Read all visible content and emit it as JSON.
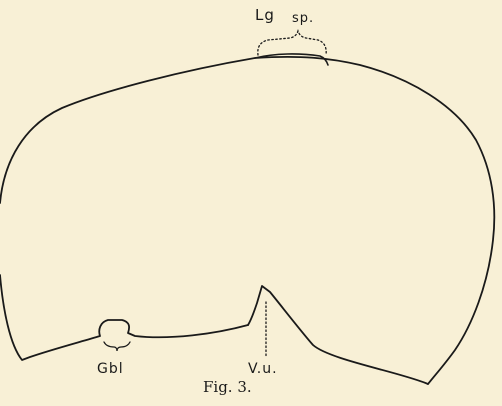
{
  "labels": {
    "lg": "Lg",
    "sp": "sp.",
    "gbl": "Gbl",
    "vu": "V.u.",
    "caption": "Fig. 3."
  },
  "colors": {
    "background": "#f8f0d6",
    "ink": "#1a1a1a"
  }
}
